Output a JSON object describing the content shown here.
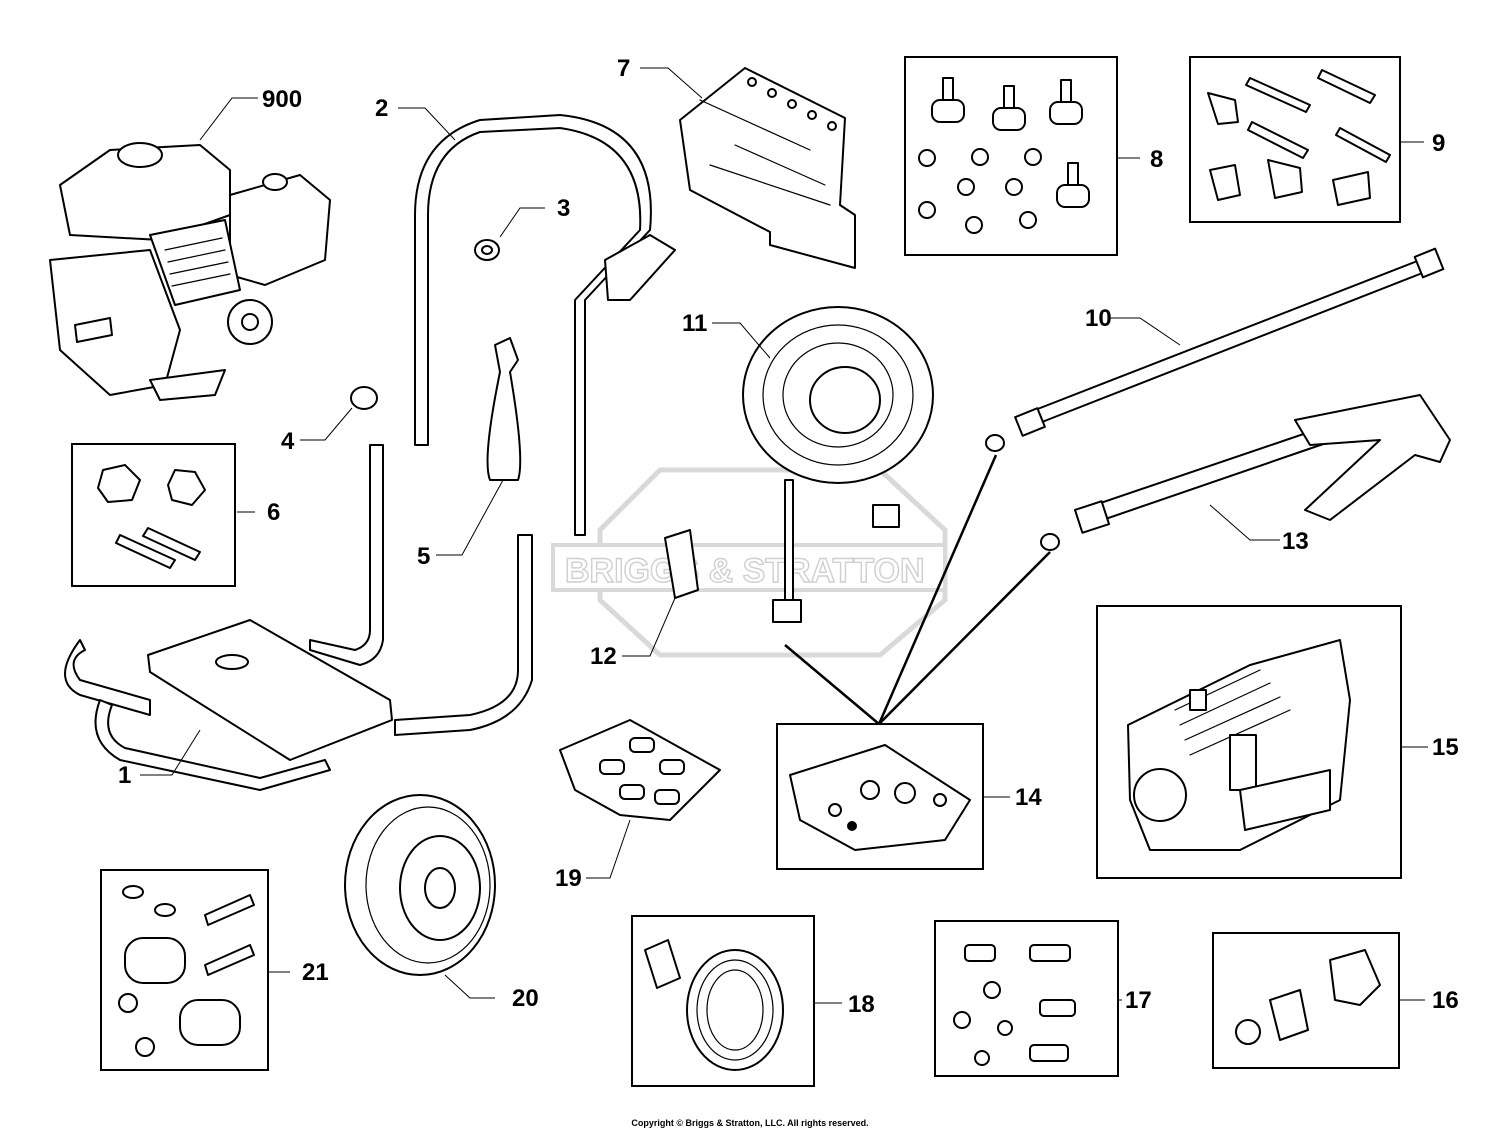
{
  "copyright": "Copyright © Briggs & Stratton, LLC. All rights reserved.",
  "watermark": "BRIGGS & STRATTON",
  "callouts": {
    "c900": "900",
    "c1": "1",
    "c2": "2",
    "c3": "3",
    "c4": "4",
    "c5": "5",
    "c6": "6",
    "c7": "7",
    "c8": "8",
    "c9": "9",
    "c10": "10",
    "c11": "11",
    "c12": "12",
    "c13": "13",
    "c14": "14",
    "c15": "15",
    "c16": "16",
    "c17": "17",
    "c18": "18",
    "c19": "19",
    "c20": "20",
    "c21": "21"
  }
}
